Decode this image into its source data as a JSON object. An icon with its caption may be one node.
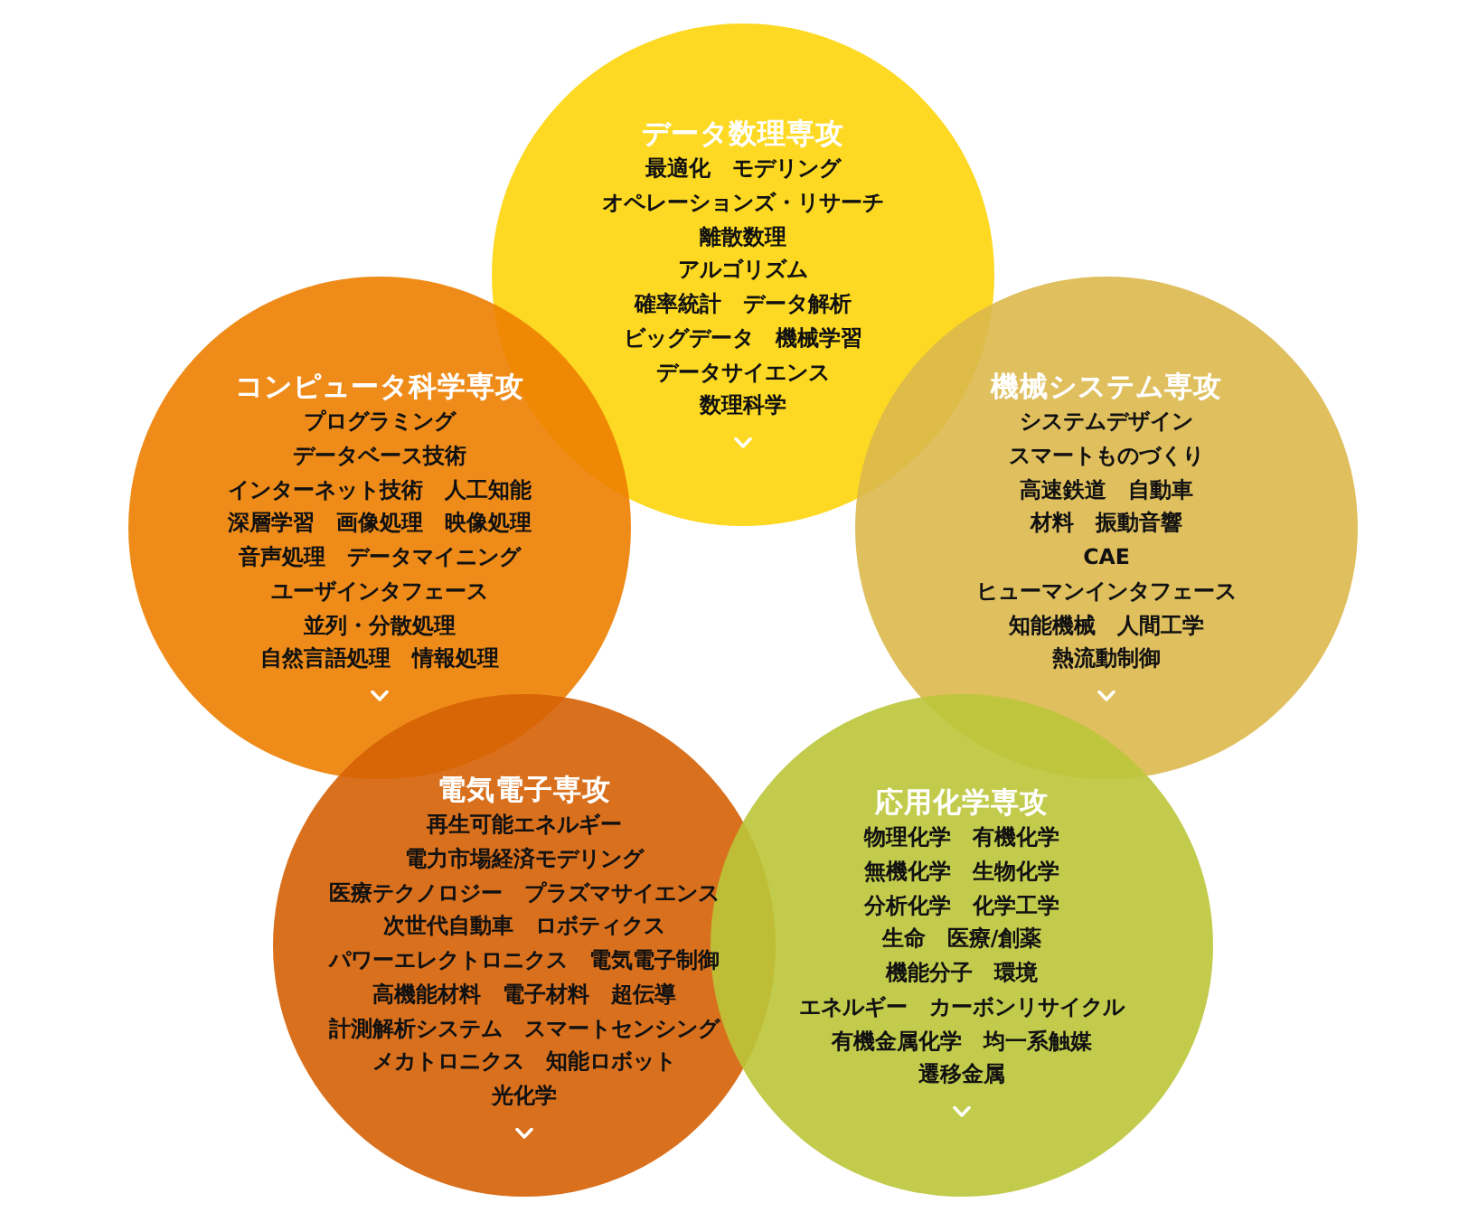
{
  "diagram": {
    "nodes": [
      {
        "text": [
          "データ数理専攻",
          "最適化　モデリング",
          "オペレーションズ・リサーチ",
          "離散数理",
          "アルゴリズム",
          "確率統計　データ解析",
          "ビッグデータ　機械学習",
          "データサイエンス",
          "数理科学"
        ]
      },
      {
        "text": [
          "コンピュータ科学専攻",
          "プログラミング",
          "データベース技術",
          "インターネット技術　人工知能",
          "深層学習　画像処理　映像処理",
          "音声処理　データマイニング",
          "ユーザインタフェース",
          "並列・分散処理",
          "自然言語処理　情報処理"
        ]
      },
      {
        "text": [
          "機械システム専攻",
          "システムデザイン",
          "スマートものづくり",
          "高速鉄道　自動車",
          "材料　振動音響",
          "CAE",
          "ヒューマンインタフェース",
          "知能機械　人間工学",
          "熱流動制御"
        ]
      },
      {
        "text": [
          "電気電子専攻",
          "再生可能エネルギー",
          "電力市場経済モデリング",
          "医療テクノロジー　プラズマサイエンス",
          "次世代自動車　ロボティクス",
          "パワーエレクトロニクス　電気電子制御",
          "高機能材料　電子材料　超伝導",
          "計測解析システム　スマートセンシング",
          "メカトロニクス　知能ロボット",
          "光化学"
        ]
      },
      {
        "text": [
          "応用化学専攻",
          "物理化学　有機化学",
          "無機化学　生物化学",
          "分析化学　化学工学",
          "生命　医療/創薬",
          "機能分子　環境",
          "エネルギー　カーボンリサイクル",
          "有機金属化学　均一系触媒",
          "遷移金属"
        ]
      }
    ]
  }
}
